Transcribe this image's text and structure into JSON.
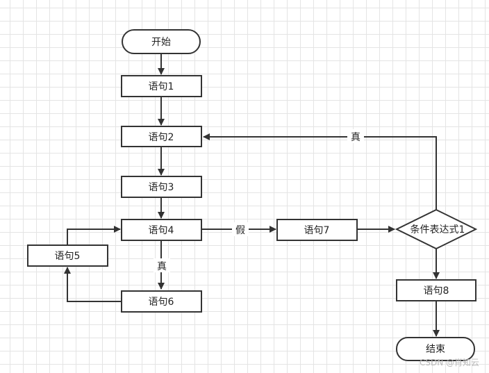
{
  "nodes": {
    "start": "开始",
    "s1": "语句1",
    "s2": "语句2",
    "s3": "语句3",
    "s4": "语句4",
    "s5": "语句5",
    "s6": "语句6",
    "s7": "语句7",
    "cond": "条件表达式1",
    "s8": "语句8",
    "end": "结束"
  },
  "edge_labels": {
    "cond_true": "真",
    "s4_false": "假",
    "s4_true": "真"
  },
  "watermark": "CSDN @肖知云",
  "colors": {
    "stroke": "#333333",
    "fill": "#ffffff",
    "grid": "#e4e4e4"
  }
}
